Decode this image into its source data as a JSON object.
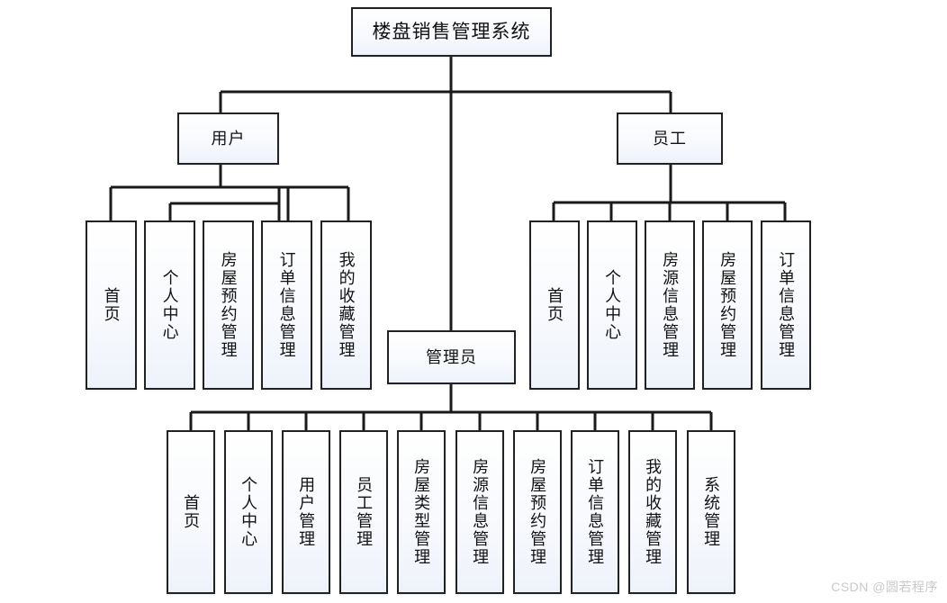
{
  "diagram": {
    "title": "楼盘销售管理系统",
    "type": "organization-tree",
    "watermark": "CSDN @圆若程序",
    "colors": {
      "box_border": "#222222",
      "box_fill": "#f5f8fd",
      "line": "#1a1a1a",
      "text": "#121212",
      "watermark": "#c9c9c9"
    },
    "root": {
      "label": "楼盘销售管理系统"
    },
    "roles": [
      {
        "id": "user",
        "label": "用户"
      },
      {
        "id": "staff",
        "label": "员工"
      },
      {
        "id": "admin",
        "label": "管理员"
      }
    ],
    "branches": {
      "user": {
        "role_label": "用户",
        "children": [
          {
            "label": "首页"
          },
          {
            "label": "个人中心"
          },
          {
            "label": "房屋预约管理"
          },
          {
            "label": "订单信息管理"
          },
          {
            "label": "我的收藏管理"
          }
        ]
      },
      "staff": {
        "role_label": "员工",
        "children": [
          {
            "label": "首页"
          },
          {
            "label": "个人中心"
          },
          {
            "label": "房源信息管理"
          },
          {
            "label": "房屋预约管理"
          },
          {
            "label": "订单信息管理"
          }
        ]
      },
      "admin": {
        "role_label": "管理员",
        "children": [
          {
            "label": "首页"
          },
          {
            "label": "个人中心"
          },
          {
            "label": "用户管理"
          },
          {
            "label": "员工管理"
          },
          {
            "label": "房屋类型管理"
          },
          {
            "label": "房源信息管理"
          },
          {
            "label": "房屋预约管理"
          },
          {
            "label": "订单信息管理"
          },
          {
            "label": "我的收藏管理"
          },
          {
            "label": "系统管理"
          }
        ]
      }
    }
  }
}
